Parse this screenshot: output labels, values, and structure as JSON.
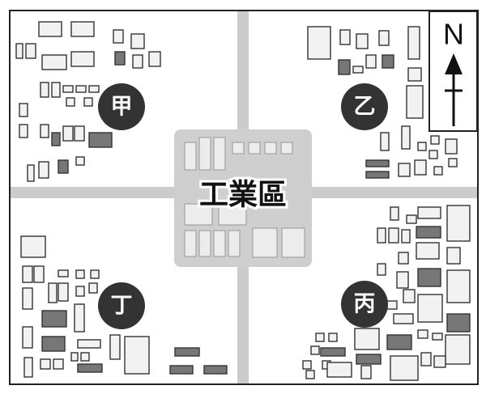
{
  "map": {
    "center_label": "工業區",
    "north_label": "N",
    "districts": [
      {
        "id": "jia",
        "label": "甲"
      },
      {
        "id": "yi",
        "label": "乙"
      },
      {
        "id": "bing",
        "label": "丙"
      },
      {
        "id": "ding",
        "label": "丁"
      }
    ]
  },
  "colors": {
    "road": "#cccccc",
    "background": "#ffffff",
    "border": "#222222",
    "district_marker": "#333333",
    "industrial_zone": "#cfcfcf",
    "building_light": "#f2f2f2",
    "building_dark": "#777777"
  }
}
